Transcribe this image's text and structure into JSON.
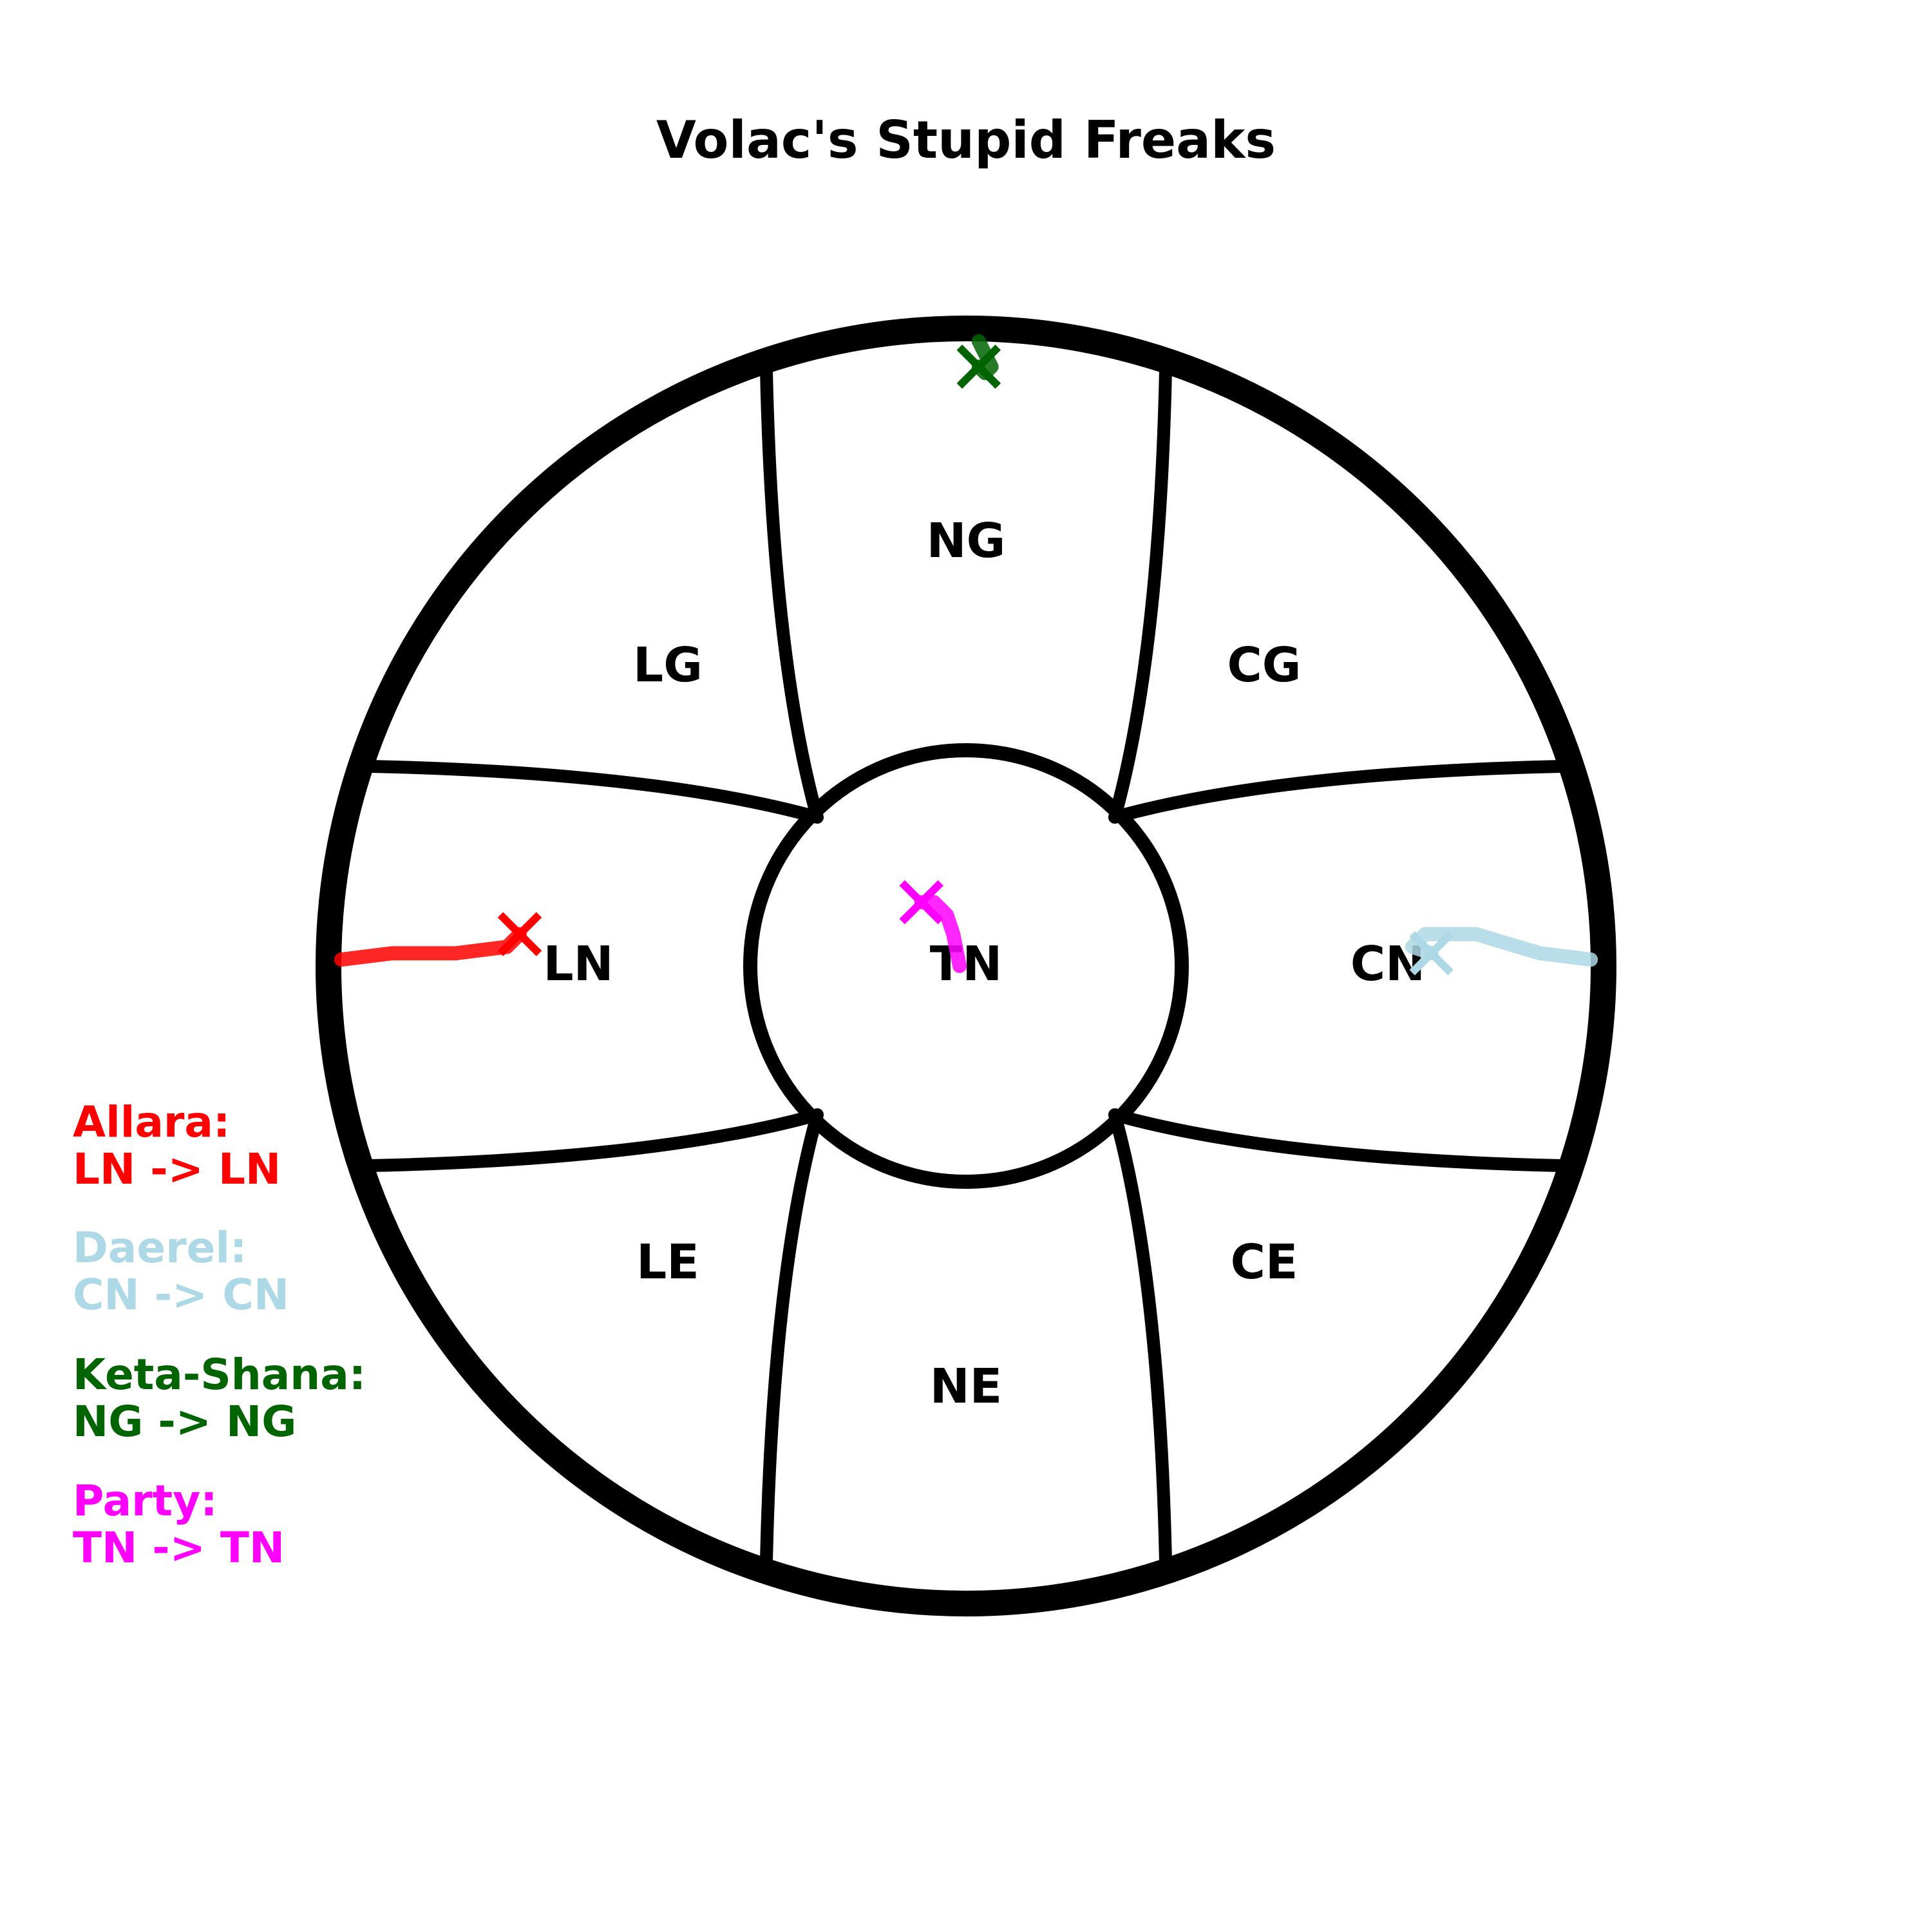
{
  "title": "Volac's Stupid Freaks",
  "regions": [
    {
      "key": "NG",
      "label": "NG"
    },
    {
      "key": "LG",
      "label": "LG"
    },
    {
      "key": "CG",
      "label": "CG"
    },
    {
      "key": "LN",
      "label": "LN"
    },
    {
      "key": "TN",
      "label": "TN"
    },
    {
      "key": "CN",
      "label": "CN"
    },
    {
      "key": "LE",
      "label": "LE"
    },
    {
      "key": "CE",
      "label": "CE"
    },
    {
      "key": "NE",
      "label": "NE"
    }
  ],
  "legend": [
    {
      "name": "Allara:",
      "change": "LN -> LN",
      "color": "#ff0000"
    },
    {
      "name": "Daerel:",
      "change": "CN -> CN",
      "color": "#add8e6"
    },
    {
      "name": "Keta-Shana:",
      "change": "NG -> NG",
      "color": "#006400"
    },
    {
      "name": "Party:",
      "change": "TN -> TN",
      "color": "#ff00ff"
    }
  ],
  "chart_data": {
    "type": "scatter",
    "axes": {
      "lawful_chaotic": [
        -1,
        1
      ],
      "good_evil": [
        -1,
        1
      ]
    },
    "series": [
      {
        "name": "Allara",
        "color": "#ff0000",
        "start": "LN",
        "end": "LN",
        "trail": [
          [
            -0.98,
            0.01
          ],
          [
            -0.9,
            0.02
          ],
          [
            -0.8,
            0.02
          ],
          [
            -0.72,
            0.03
          ],
          [
            -0.7,
            0.05
          ]
        ],
        "final": [
          -0.7,
          0.05
        ]
      },
      {
        "name": "Daerel",
        "color": "#add8e6",
        "start": "CN",
        "end": "CN",
        "trail": [
          [
            0.98,
            0.01
          ],
          [
            0.9,
            0.02
          ],
          [
            0.8,
            0.05
          ],
          [
            0.72,
            0.05
          ],
          [
            0.7,
            0.03
          ],
          [
            0.73,
            0.02
          ]
        ],
        "final": [
          0.73,
          0.02
        ]
      },
      {
        "name": "Keta-Shana",
        "color": "#006400",
        "start": "NG",
        "end": "NG",
        "trail": [
          [
            0.02,
            0.98
          ],
          [
            0.04,
            0.94
          ],
          [
            0.03,
            0.93
          ],
          [
            0.02,
            0.94
          ]
        ],
        "final": [
          0.02,
          0.94
        ]
      },
      {
        "name": "Party",
        "color": "#ff00ff",
        "start": "TN",
        "end": "TN",
        "trail": [
          [
            -0.01,
            0.0
          ],
          [
            -0.02,
            0.05
          ],
          [
            -0.03,
            0.08
          ],
          [
            -0.05,
            0.1
          ],
          [
            -0.07,
            0.1
          ]
        ],
        "final": [
          -0.07,
          0.1
        ]
      }
    ]
  }
}
